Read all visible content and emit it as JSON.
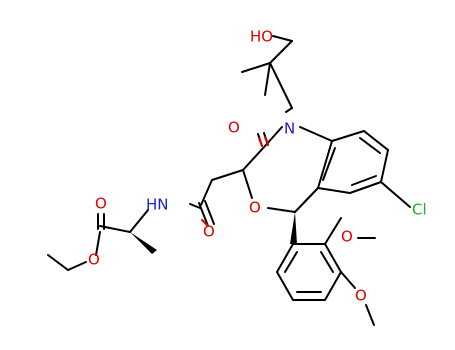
{
  "atoms": {
    "ho": "HO",
    "o_keto": "O",
    "n_ring": "N",
    "nh": "HN",
    "o_amide": "O",
    "o_ring": "O",
    "cl": "Cl",
    "o_ester_carbonyl": "O",
    "o_ester": "O",
    "o_methoxy_1": "O",
    "o_methoxy_2": "O"
  },
  "colors": {
    "bond": "#000000",
    "oxygen": "#e00000",
    "nitrogen": "#2020c8",
    "chlorine": "#20b020"
  }
}
